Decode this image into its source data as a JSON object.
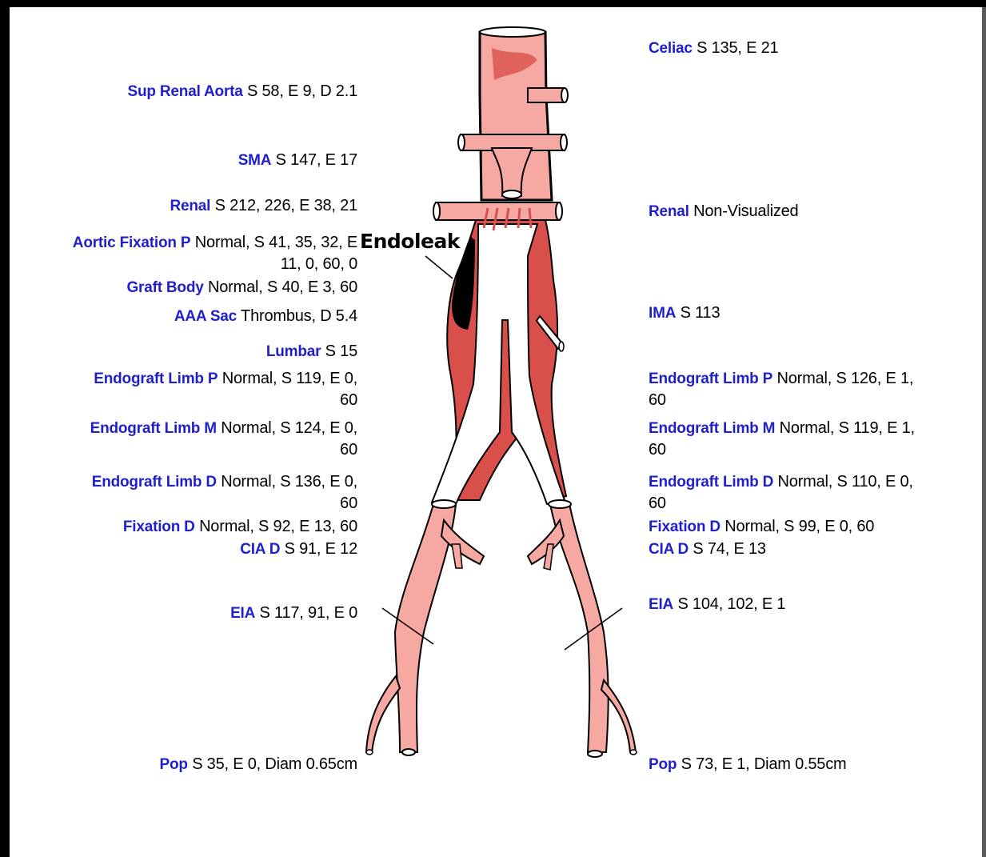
{
  "colors": {
    "vessel_fill": "#f6a8a2",
    "vessel_dark": "#d9504b",
    "graft": "#ffffff",
    "leak": "#000000",
    "key_text": "#1f1fcc"
  },
  "annotation": {
    "endoleak": "Endoleak"
  },
  "left_labels": [
    {
      "key": "Sup Renal Aorta",
      "value": "S 58, E 9, D 2.1"
    },
    {
      "key": "SMA",
      "value": "S 147, E 17"
    },
    {
      "key": "Renal",
      "value": "S 212, 226, E 38, 21"
    },
    {
      "key": "Aortic Fixation P",
      "value": "Normal, S 41, 35, 32, E",
      "value2": "11, 0, 60, 0"
    },
    {
      "key": "Graft Body",
      "value": "Normal, S 40, E 3, 60"
    },
    {
      "key": "AAA Sac",
      "value": "Thrombus, D 5.4"
    },
    {
      "key": "Lumbar",
      "value": "S 15"
    },
    {
      "key": "Endograft Limb P",
      "value": "Normal, S 119, E 0,",
      "value2": "60"
    },
    {
      "key": "Endograft Limb M",
      "value": "Normal, S 124, E 0,",
      "value2": "60"
    },
    {
      "key": "Endograft Limb D",
      "value": "Normal, S 136, E 0,",
      "value2": "60"
    },
    {
      "key": "Fixation D",
      "value": "Normal, S 92, E 13, 60"
    },
    {
      "key": "CIA D",
      "value": "S 91, E 12"
    },
    {
      "key": "EIA",
      "value": "S 117, 91, E 0"
    },
    {
      "key": "Pop",
      "value": "S 35, E 0, Diam 0.65cm"
    }
  ],
  "right_labels": [
    {
      "key": "Celiac",
      "value": "S 135, E 21"
    },
    {
      "key": "Renal",
      "value": "Non-Visualized"
    },
    {
      "key": "IMA",
      "value": "S 113"
    },
    {
      "key": "Endograft Limb P",
      "value": "Normal, S 126, E 1,",
      "value2": "60"
    },
    {
      "key": "Endograft Limb M",
      "value": "Normal, S 119, E 1,",
      "value2": "60"
    },
    {
      "key": "Endograft Limb D",
      "value": "Normal, S 110, E 0,",
      "value2": "60"
    },
    {
      "key": "Fixation D",
      "value": "Normal, S 99, E 0, 60"
    },
    {
      "key": "CIA D",
      "value": "S 74, E 13"
    },
    {
      "key": "EIA",
      "value": "S 104, 102, E 1"
    },
    {
      "key": "Pop",
      "value": "S 73, E 1, Diam 0.55cm"
    }
  ]
}
